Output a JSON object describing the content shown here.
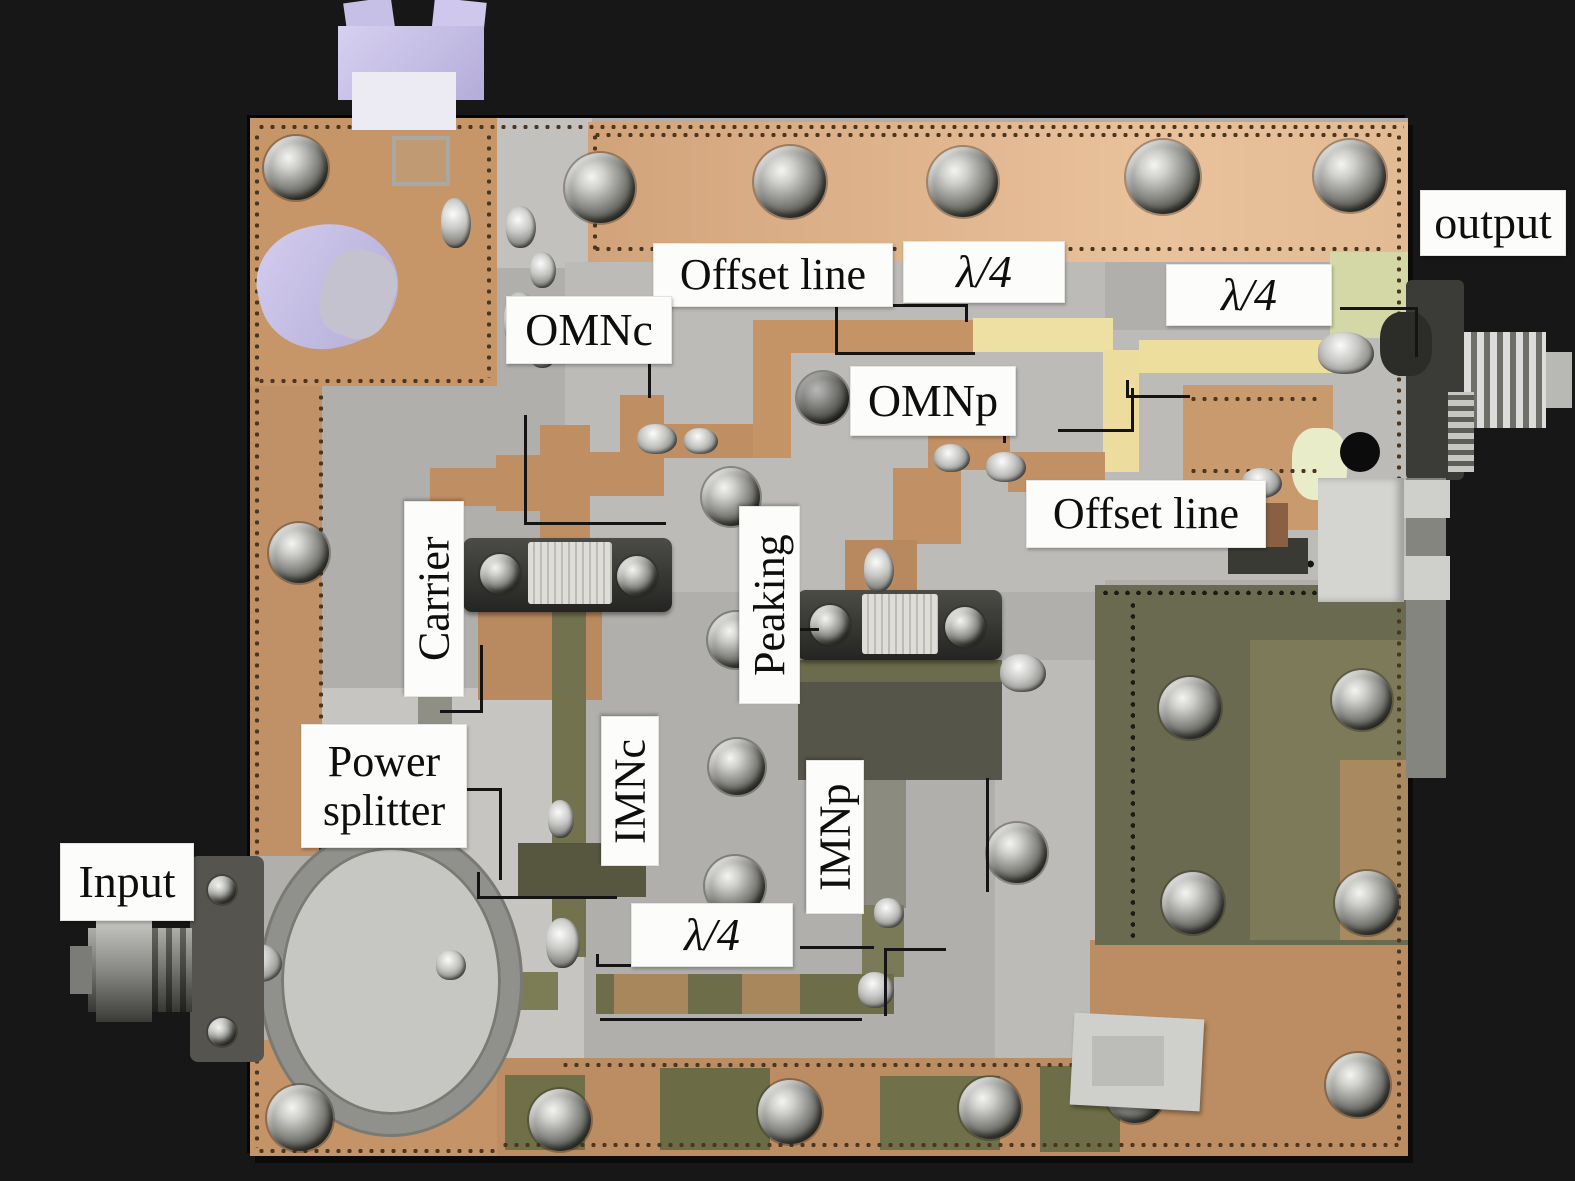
{
  "annotations": {
    "output": "output",
    "offset_line_top": "Offset line",
    "lambda_quarter_top_left": "λ/4",
    "lambda_quarter_top_right": "λ/4",
    "omnc": "OMNc",
    "omnp": "OMNp",
    "offset_line_right": "Offset line",
    "carrier": "Carrier",
    "peaking": "Peaking",
    "imnc": "IMNc",
    "imnp": "IMNp",
    "power_splitter": "Power splitter",
    "input": "Input",
    "lambda_quarter_bottom": "λ/4"
  },
  "colors": {
    "background": "#171717",
    "pcb_copper": "#c69668",
    "pcb_copper_light": "#e9c29c",
    "pcb_gray": "#b0afac",
    "trace_yellow": "#eee0a2",
    "trace_olive": "#6e6e4a",
    "solder_metal": "#c6c6c4",
    "label_background": "#fcfcfa",
    "label_text": "#0e0e0e"
  }
}
